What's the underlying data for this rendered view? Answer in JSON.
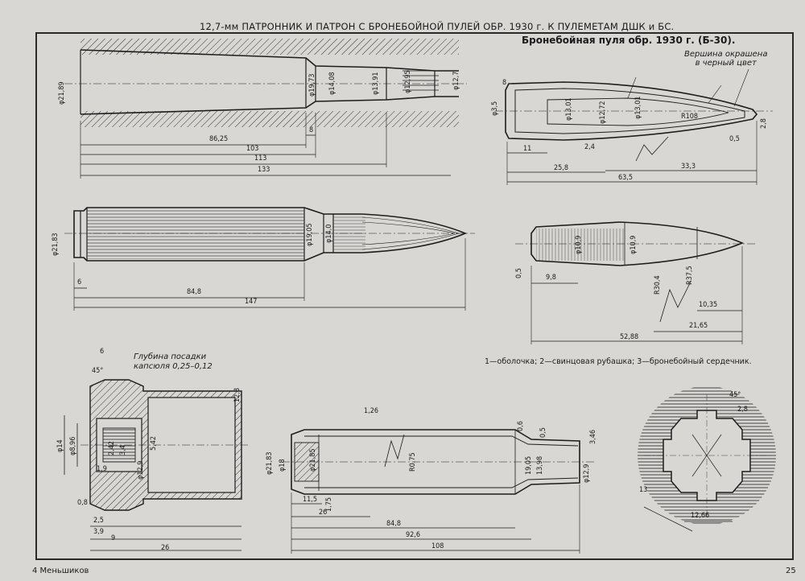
{
  "header": {
    "title": "12,7-мм ПАТРОННИК И ПАТРОН С БРОНЕБОЙНОЙ ПУЛЕЙ ОБР. 1930 г. К ПУЛЕМЕТАМ ДШК и БС.",
    "subtitle": "Бронебойная пуля обр. 1930 г. (Б-30).",
    "tip_note_line1": "Вершина окрашена",
    "tip_note_line2": "в черный цвет"
  },
  "legend": "1—оболочка; 2—свинцовая рубашка; 3—бронебойный сердечник.",
  "primer_note_line1": "Глубина посадки",
  "primer_note_line2": "капсюля 0,25–0,12",
  "footer": {
    "left": "4 Меньшиков",
    "page_number": "25"
  },
  "dimensions": {
    "chamber": {
      "d1": "φ21,89",
      "d2": "φ19,73",
      "d3": "φ14,08",
      "d4": "φ13,91",
      "d5": "φ12,95",
      "d6": "φ12,7",
      "len1": "86,25",
      "len2": "103",
      "len3": "113",
      "len4": "133",
      "len5": "8"
    },
    "cartridge": {
      "d1": "φ21,83",
      "d2": "φ19,05",
      "d3": "φ14,0",
      "len1": "6",
      "len2": "84,8",
      "len3": "147"
    },
    "bullet": {
      "d1": "φ3,5",
      "d2": "φ13,01",
      "d3": "φ12,72",
      "d4": "φ13,01",
      "r": "R108",
      "tip": "2,8",
      "l1": "11",
      "l2": "25,8",
      "l3": "33,3",
      "l4": "63,5",
      "l5": "2,4",
      "l6": "0,5",
      "l7": "8"
    },
    "core": {
      "d1": "φ10,9",
      "d2": "φ10,9",
      "r1": "R30,4",
      "r2": "R37,5",
      "l1": "9,8",
      "l2": "10,35",
      "l3": "21,65",
      "l4": "52,88",
      "l5": "0,5"
    },
    "base": {
      "a": "6",
      "b": "45°",
      "c": "φ14",
      "d": "φ8,96",
      "e": "2,42",
      "f": "3,4",
      "g": "5,42",
      "h": "φ12,9",
      "i": "1,9",
      "j": "0,8",
      "k": "2,5",
      "l": "3,9",
      "m": "9",
      "n": "26",
      "o": "12,8"
    },
    "case": {
      "d1": "φ21,83",
      "d2": "φ18",
      "d3": "φ21,85",
      "d4": "1,26",
      "r": "R0,75",
      "d5": "19,05",
      "d6": "13,98",
      "d7": "0,6",
      "d8": "0,5",
      "d9": "φ12,9",
      "d10": "3,46",
      "l1": "11,5",
      "l2": "1,75",
      "l3": "26",
      "l4": "84,8",
      "l5": "92,6",
      "l6": "108"
    },
    "section": {
      "a": "45°",
      "b": "2,8",
      "c": "13",
      "d": "12,66"
    }
  }
}
